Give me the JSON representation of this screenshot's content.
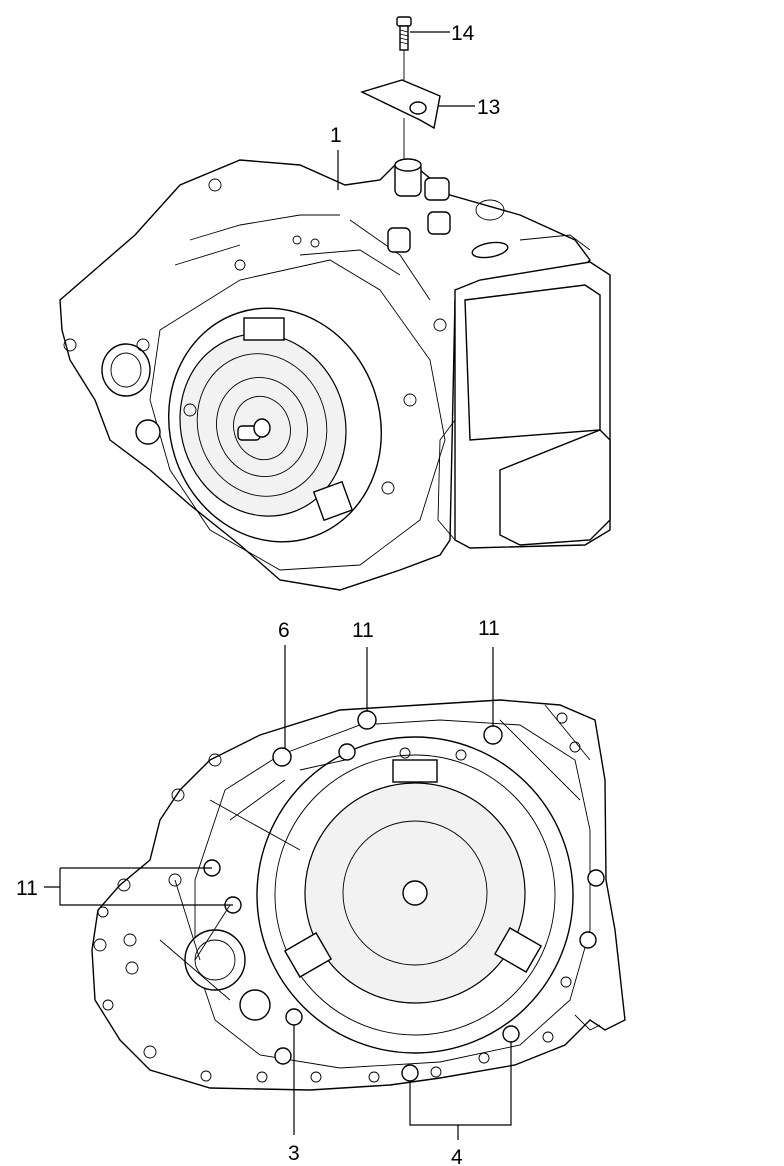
{
  "callouts": {
    "c14": "14",
    "c13": "13",
    "c1": "1",
    "c6": "6",
    "c11_top_left": "11",
    "c11_top_right": "11",
    "c11_left": "11",
    "c3": "3",
    "c4": "4"
  }
}
